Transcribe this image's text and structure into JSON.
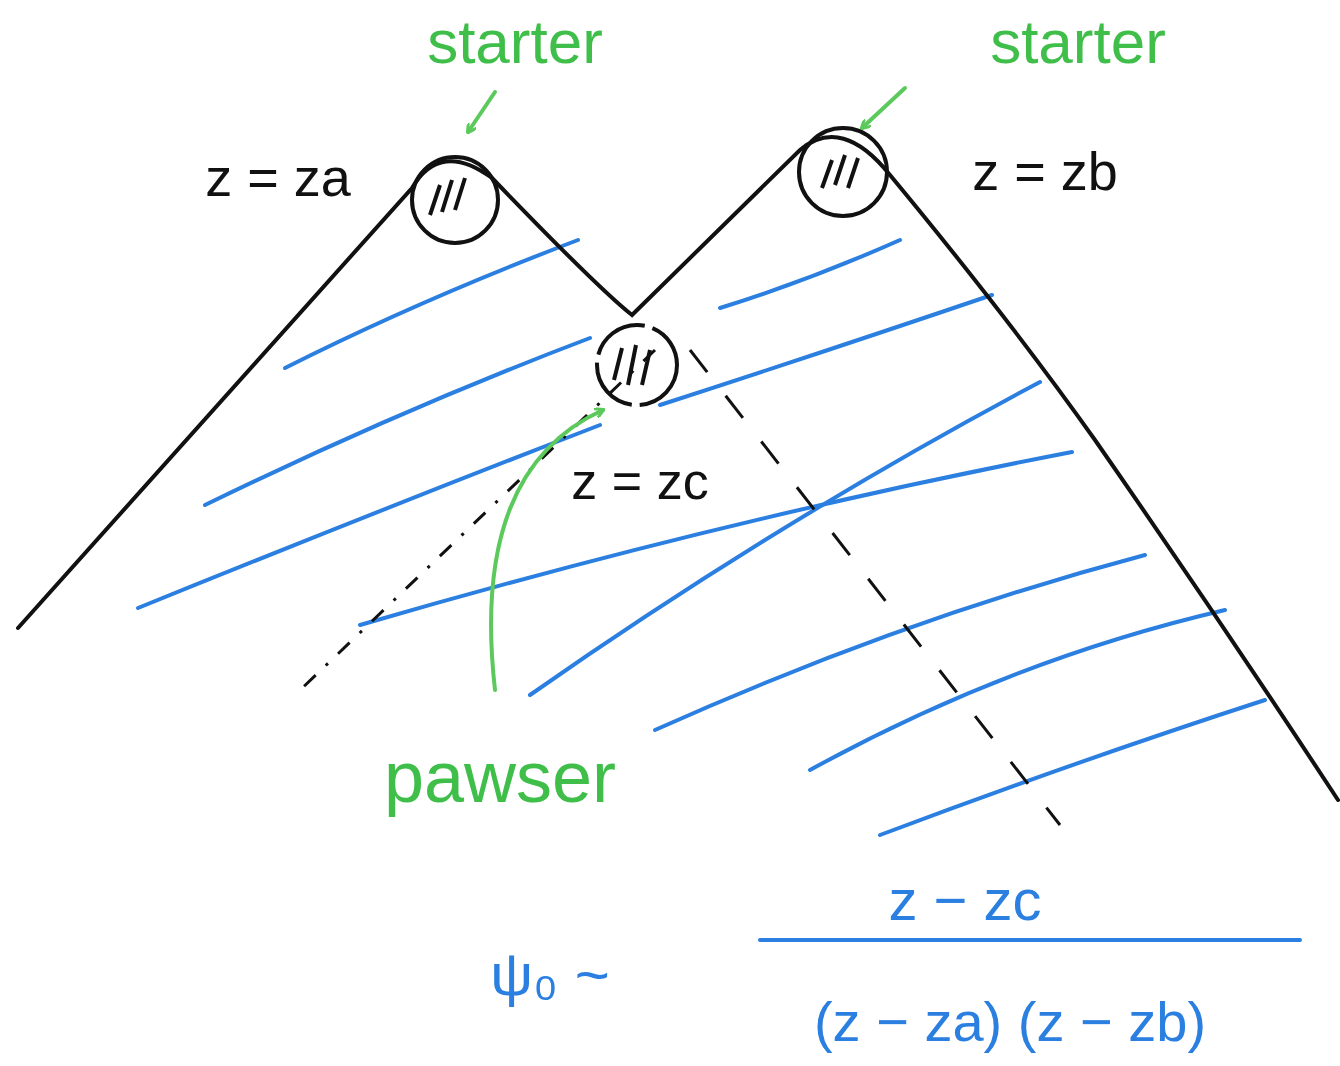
{
  "diagram": {
    "labels": [
      "starter",
      "starter",
      "z = za",
      "z = zb",
      "z = zc",
      "pawser",
      "ψ₀ ~",
      "z − zc",
      "(z − za) (z − zb)"
    ]
  }
}
